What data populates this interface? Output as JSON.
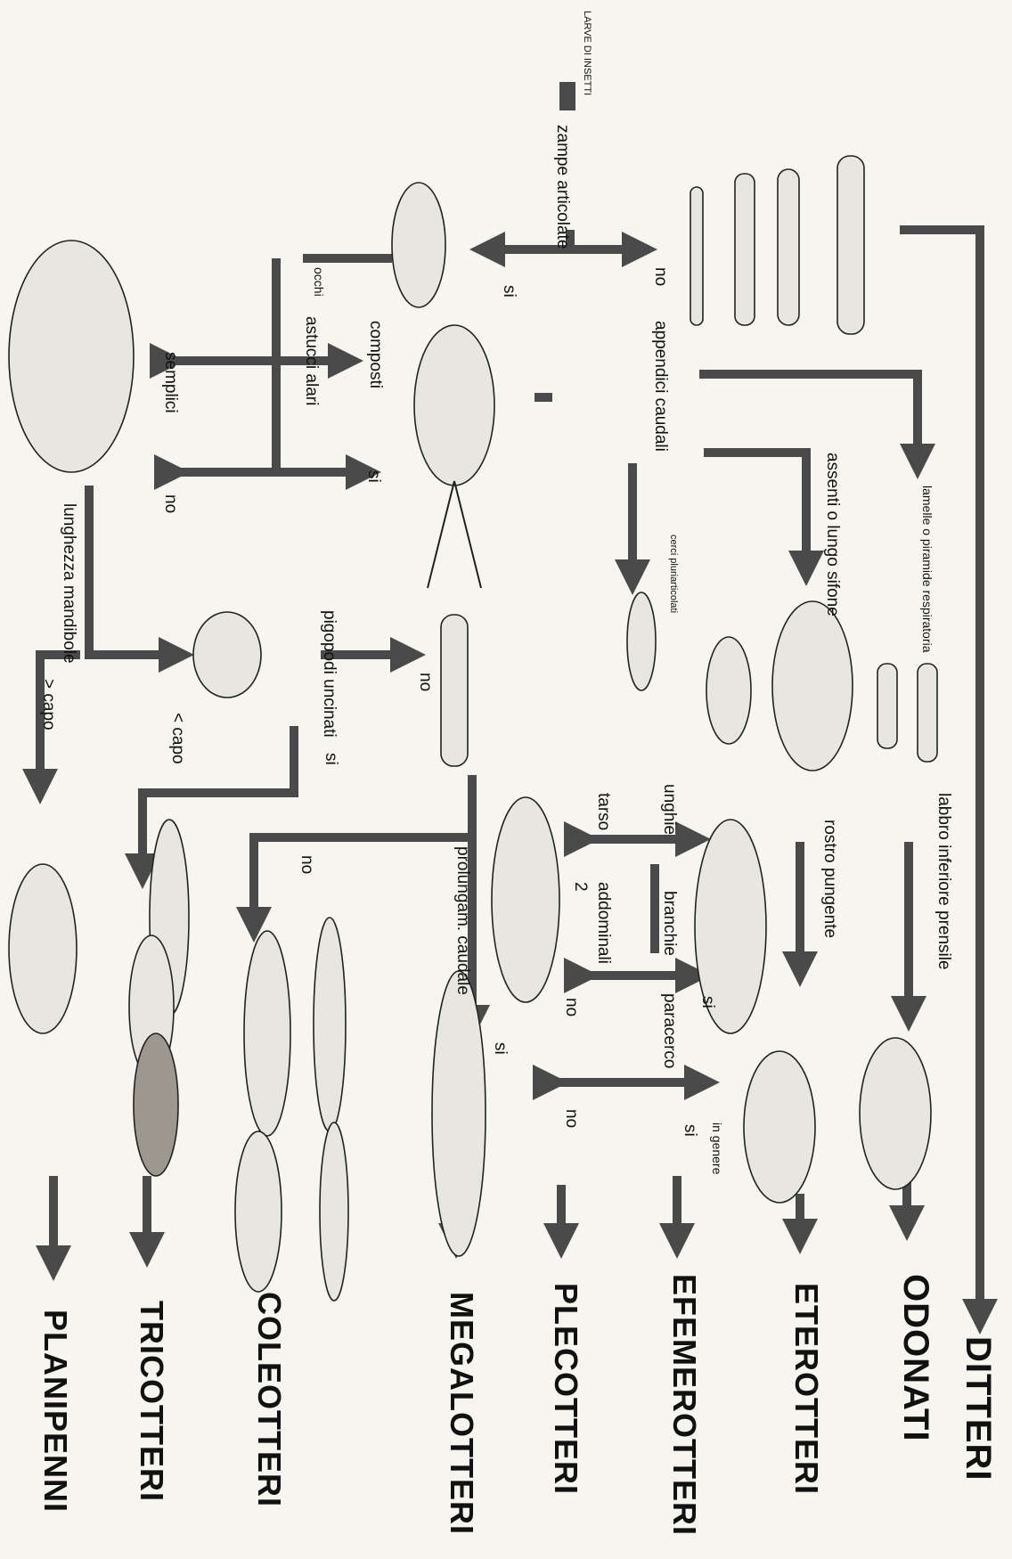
{
  "start": {
    "label": "LARVE DI INSETTI"
  },
  "nodes": {
    "zampe": "zampe articolate",
    "no_zampe": "no",
    "si_zampe": "si",
    "appendici": "appendici caudali",
    "ali": "astucci alari",
    "occhi": "occhi",
    "composti": "composti",
    "semplici": "semplici",
    "si_ali": "si",
    "no_ali": "no",
    "lamelle": "lamelle o piramide respiratoria",
    "sifone": "assenti o lungo sifone",
    "cerci": "cerci pluriarticolati",
    "labbro": "labbro inferiore prensile",
    "rostro": "rostro pungente",
    "unghie": "unghie",
    "tarso": "tarso",
    "branchie": "branchie",
    "addominali": "addominali",
    "due": "2",
    "si_branchie": "si",
    "no_branchie": "no",
    "paracerco": "paracerco",
    "in_genere": "in genere",
    "si_para": "si",
    "no_para": "no",
    "prolungam": "prolungam. caudale",
    "si_prol": "si",
    "pigopodi": "pigopodi uncinati",
    "no_pig": "no",
    "si_pig": "si",
    "no_col": "no",
    "lunghezza": "lunghezza mandibole",
    "minore": "< capo",
    "maggiore": "> capo"
  },
  "orders": [
    "DITTERI",
    "ODONATI",
    "ETEROTTERI",
    "EFEMEROTTERI",
    "PLECOTTERI",
    "MEGALOTTERI",
    "COLEOTTERI",
    "TRICOTTERI",
    "PLANIPENNI"
  ],
  "colors": {
    "arrow": "#4a4a4a",
    "paper": "#f7f5f0",
    "ink": "#111111"
  }
}
